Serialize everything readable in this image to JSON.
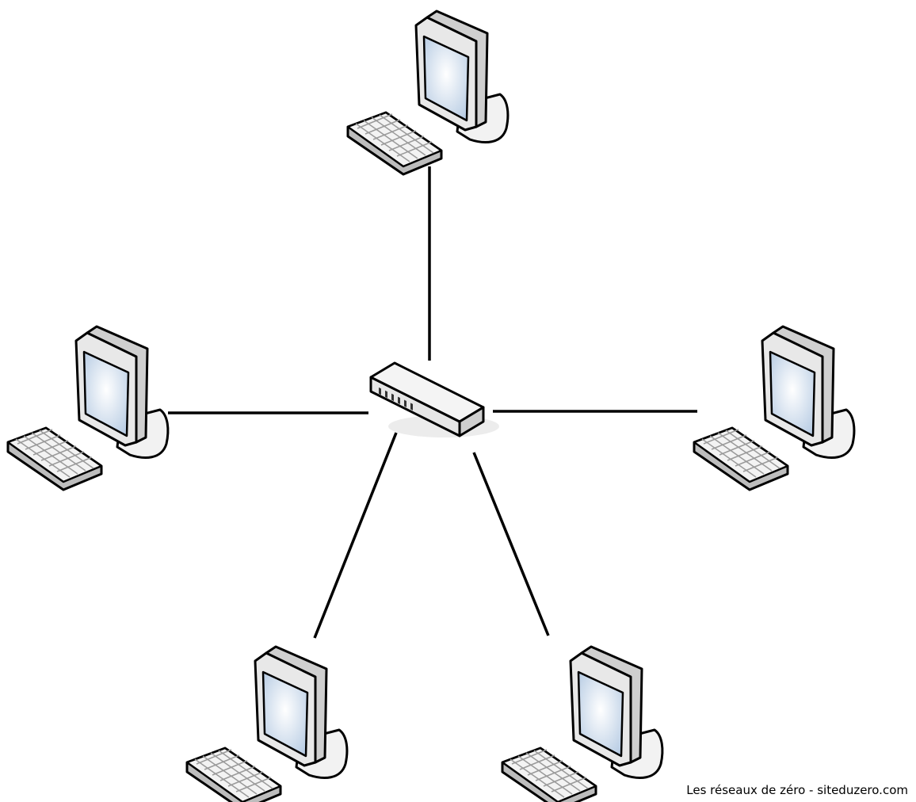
{
  "diagram": {
    "topology": "star",
    "center": {
      "id": "hub",
      "type": "network-switch"
    },
    "nodes": [
      {
        "id": "pc-top",
        "type": "computer"
      },
      {
        "id": "pc-left",
        "type": "computer"
      },
      {
        "id": "pc-right",
        "type": "computer"
      },
      {
        "id": "pc-bottom-left",
        "type": "computer"
      },
      {
        "id": "pc-bottom-right",
        "type": "computer"
      }
    ],
    "links": [
      {
        "from": "hub",
        "to": "pc-top"
      },
      {
        "from": "hub",
        "to": "pc-left"
      },
      {
        "from": "hub",
        "to": "pc-right"
      },
      {
        "from": "hub",
        "to": "pc-bottom-left"
      },
      {
        "from": "hub",
        "to": "pc-bottom-right"
      }
    ],
    "credit": "Les réseaux de zéro - siteduzero.com"
  },
  "colors": {
    "outline": "#000000",
    "body": "#e6e6e6",
    "screen_light": "#ffffff",
    "screen_tint": "#b9cde4",
    "link": "#000000"
  }
}
